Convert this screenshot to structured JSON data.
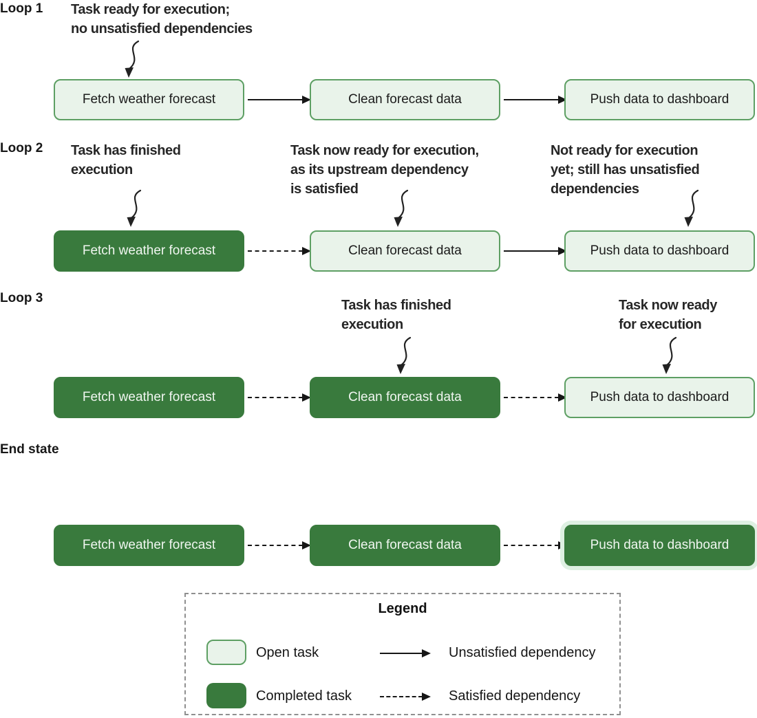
{
  "colors": {
    "open_task_fill": "#e9f3ea",
    "open_task_border": "#5d9f63",
    "completed_task_fill": "#397a3d",
    "completed_task_text": "#f0f6f0",
    "highlight_halo": "#def0e2",
    "arrow": "#161616",
    "legend_border": "#8f8f8f"
  },
  "rows": [
    {
      "label": "Loop 1",
      "tasks": [
        {
          "label": "Fetch weather forecast",
          "state": "open"
        },
        {
          "label": "Clean forecast data",
          "state": "open"
        },
        {
          "label": "Push data to dashboard",
          "state": "open"
        }
      ],
      "connectors": [
        "unsatisfied",
        "unsatisfied"
      ],
      "annotations": [
        {
          "text": "Task ready for execution;\nno unsatisfied dependencies"
        }
      ]
    },
    {
      "label": "Loop 2",
      "tasks": [
        {
          "label": "Fetch weather forecast",
          "state": "completed"
        },
        {
          "label": "Clean forecast data",
          "state": "open"
        },
        {
          "label": "Push data to dashboard",
          "state": "open"
        }
      ],
      "connectors": [
        "satisfied",
        "unsatisfied"
      ],
      "annotations": [
        {
          "text": "Task has finished\nexecution"
        },
        {
          "text": "Task now ready for execution,\nas its upstream dependency\nis satisfied"
        },
        {
          "text": "Not ready for execution\nyet; still has unsatisfied\ndependencies"
        }
      ]
    },
    {
      "label": "Loop 3",
      "tasks": [
        {
          "label": "Fetch weather forecast",
          "state": "completed"
        },
        {
          "label": "Clean forecast data",
          "state": "completed"
        },
        {
          "label": "Push data to dashboard",
          "state": "open"
        }
      ],
      "connectors": [
        "satisfied",
        "satisfied"
      ],
      "annotations": [
        {
          "text": "Task has finished\nexecution"
        },
        {
          "text": "Task now ready\nfor execution"
        }
      ]
    },
    {
      "label": "End state",
      "tasks": [
        {
          "label": "Fetch weather forecast",
          "state": "completed"
        },
        {
          "label": "Clean forecast data",
          "state": "completed"
        },
        {
          "label": "Push data to dashboard",
          "state": "completed-highlight"
        }
      ],
      "connectors": [
        "satisfied",
        "satisfied"
      ],
      "annotations": []
    }
  ],
  "legend": {
    "title": "Legend",
    "swatches": [
      {
        "style": "open",
        "label": "Open task"
      },
      {
        "style": "completed",
        "label": "Completed task"
      }
    ],
    "arrows": [
      {
        "style": "solid",
        "label": "Unsatisfied dependency"
      },
      {
        "style": "dashed",
        "label": "Satisfied dependency"
      }
    ]
  }
}
